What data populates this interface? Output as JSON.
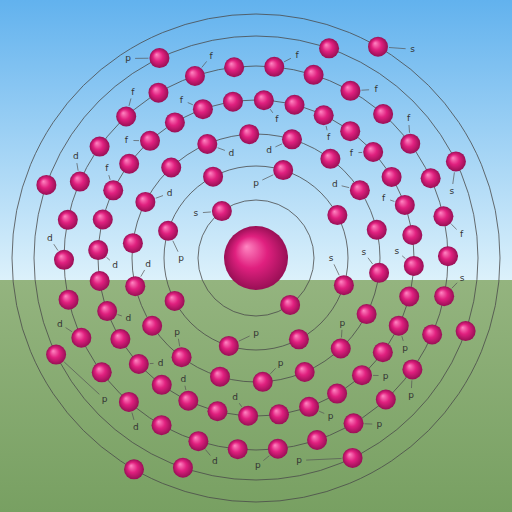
{
  "diagram": {
    "labels": [
      "s",
      "s",
      "p",
      "p",
      "p",
      "s",
      "p",
      "p",
      "p",
      "d",
      "d",
      "d",
      "d",
      "d",
      "s",
      "p",
      "p",
      "p",
      "d",
      "d",
      "d",
      "d",
      "d",
      "f",
      "f",
      "f",
      "f",
      "f",
      "f",
      "f",
      "s",
      "p",
      "p",
      "p",
      "d",
      "d",
      "d",
      "d",
      "d",
      "f",
      "f",
      "f",
      "f",
      "f",
      "f",
      "s",
      "p",
      "p",
      "p",
      "s"
    ]
  }
}
